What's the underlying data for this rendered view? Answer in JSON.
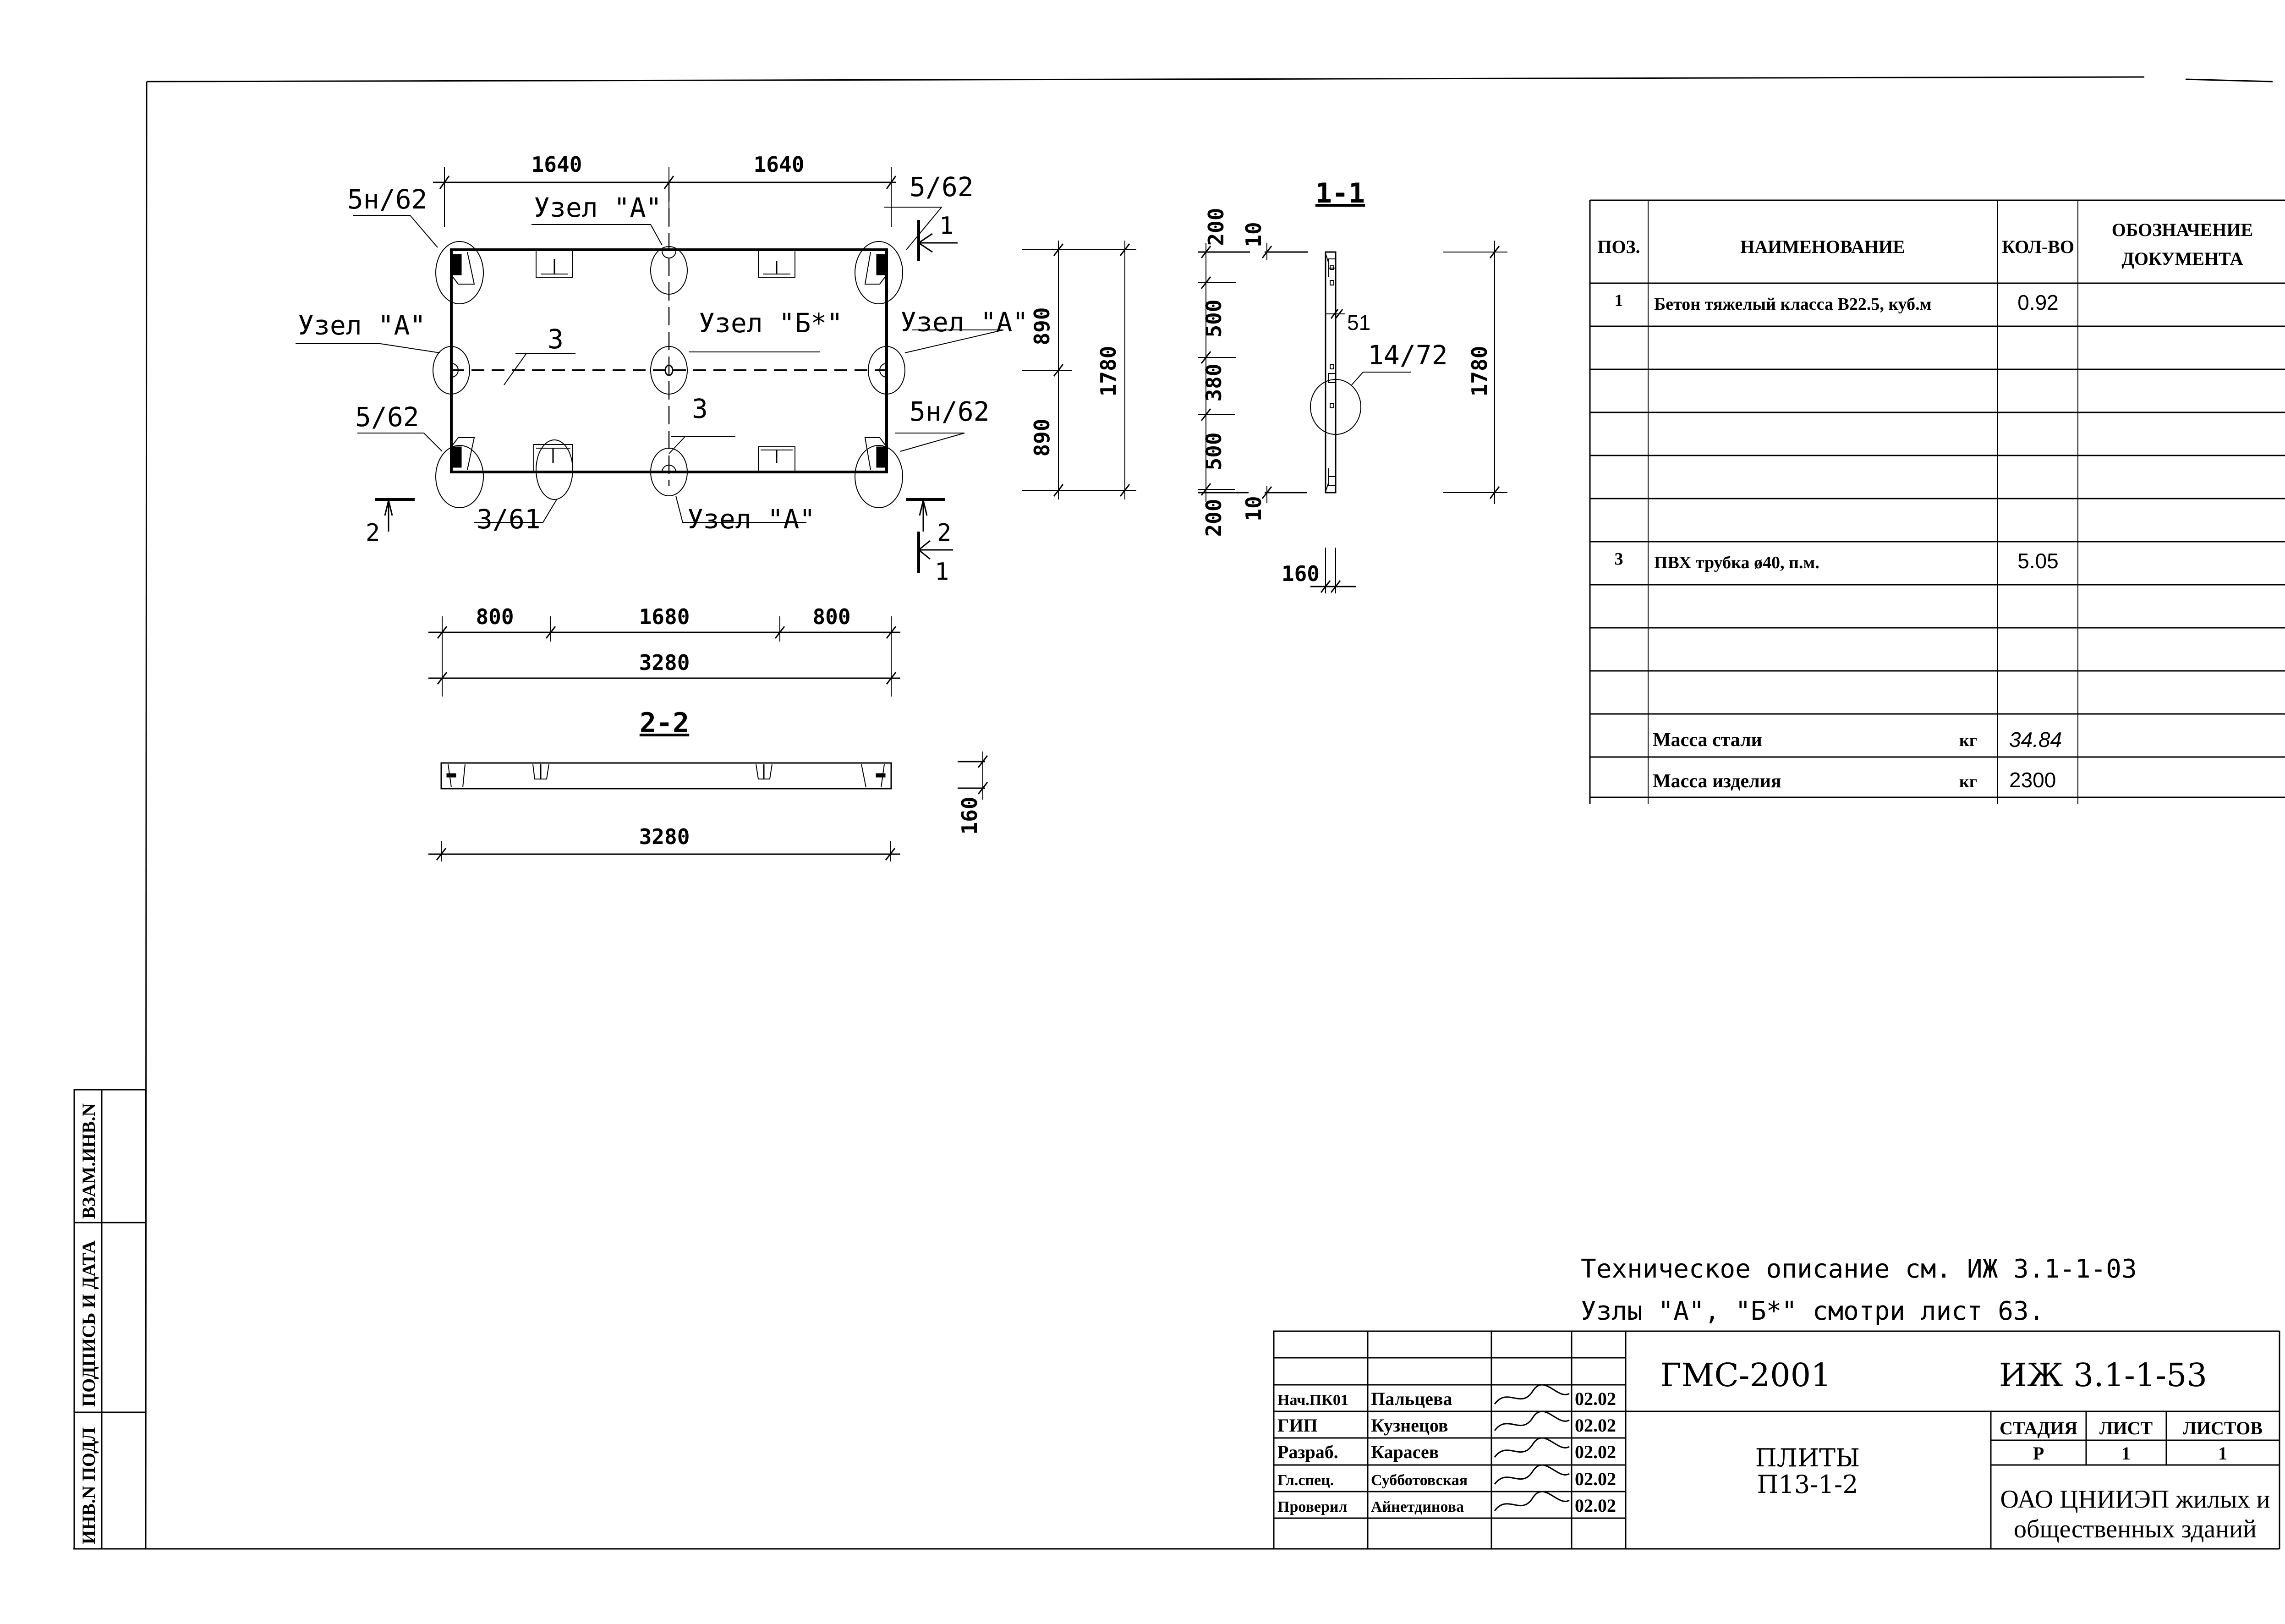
{
  "plan": {
    "top_dims": [
      "1640",
      "1640"
    ],
    "side_dims_left": [
      "890",
      "890"
    ],
    "side_dim_total": "1780",
    "bottom_dims": [
      "800",
      "1680",
      "800"
    ],
    "bottom_total": "3280",
    "callouts": {
      "top_left": "5н/62",
      "top_right": "5/62",
      "bottom_left": "5/62",
      "bottom_right": "5н/62",
      "bottom_embed": "3/61",
      "node_a_top": "Узел \"А\"",
      "node_a_left": "Узел \"А\"",
      "node_a_right": "Узел \"А\"",
      "node_a_bottom": "Узел \"А\"",
      "node_b_center": "Узел \"Б*\"",
      "pipe_horizontal": "3",
      "pipe_vertical": "3"
    },
    "cut_marks": {
      "section1_top": "1",
      "section1_bottom": "1",
      "section2_left": "2",
      "section2_right": "2"
    }
  },
  "section_1_1": {
    "title": "1-1",
    "dims_chain": [
      "200",
      "500",
      "380",
      "500",
      "200"
    ],
    "dims_small": [
      "10",
      "10"
    ],
    "dim_51": "51",
    "callout": "14/72",
    "height_total": "1780",
    "thickness": "160"
  },
  "section_2_2": {
    "title": "2-2",
    "length": "3280",
    "thickness": "160"
  },
  "spec_table": {
    "headers": [
      "ПОЗ.",
      "НАИМЕНОВАНИЕ",
      "КОЛ-ВО",
      "ОБОЗНАЧЕНИЕ",
      "ДОКУМЕНТА"
    ],
    "rows": [
      {
        "pos": "1",
        "name": "Бетон тяжелый класса В22.5, куб.м",
        "qty": "0.92",
        "doc": ""
      },
      {
        "pos": "",
        "name": "",
        "qty": "",
        "doc": ""
      },
      {
        "pos": "",
        "name": "",
        "qty": "",
        "doc": ""
      },
      {
        "pos": "",
        "name": "",
        "qty": "",
        "doc": ""
      },
      {
        "pos": "",
        "name": "",
        "qty": "",
        "doc": ""
      },
      {
        "pos": "",
        "name": "",
        "qty": "",
        "doc": ""
      },
      {
        "pos": "3",
        "name": "ПВХ трубка ø40, п.м.",
        "qty": "5.05",
        "doc": ""
      },
      {
        "pos": "",
        "name": "",
        "qty": "",
        "doc": ""
      },
      {
        "pos": "",
        "name": "",
        "qty": "",
        "doc": ""
      },
      {
        "pos": "",
        "name": "",
        "qty": "",
        "doc": ""
      }
    ],
    "mass_steel": {
      "label": "Масса стали",
      "unit": "кг",
      "value": "34.84"
    },
    "mass_item": {
      "label": "Масса изделия",
      "unit": "кг",
      "value": "2300"
    }
  },
  "notes": [
    "Техническое описание   см.  ИЖ 3.1-1-03",
    "Узлы \"А\", \"Б*\" смотри лист 63."
  ],
  "title_block": {
    "signers": [
      {
        "role": "Нач.ПК01",
        "name": "Пальцева",
        "date": "02.02"
      },
      {
        "role": "ГИП",
        "name": "Кузнецов",
        "date": "02.02"
      },
      {
        "role": "Разраб.",
        "name": "Карасев",
        "date": "02.02"
      },
      {
        "role": "Гл.спец.",
        "name": "Субботовская",
        "date": "02.02"
      },
      {
        "role": "Проверил",
        "name": "Айнетдинова",
        "date": "02.02"
      }
    ],
    "project": "ГМС-2001",
    "doc_code": "ИЖ 3.1-1-53",
    "item_title_1": "ПЛИТЫ",
    "item_title_2": "П13-1-2",
    "stage_label": "СТАДИЯ",
    "sheet_label": "ЛИСТ",
    "sheets_label": "ЛИСТОВ",
    "stage": "Р",
    "sheet": "1",
    "sheets": "1",
    "org_1": "ОАО ЦНИИЭП жилых и",
    "org_2": "общественных зданий"
  },
  "side_stamp": {
    "labels": [
      "ИНВ.N ПОДЛ",
      "ПОДПИСЬ И ДАТА",
      "ВЗАМ.ИНВ.N"
    ]
  }
}
